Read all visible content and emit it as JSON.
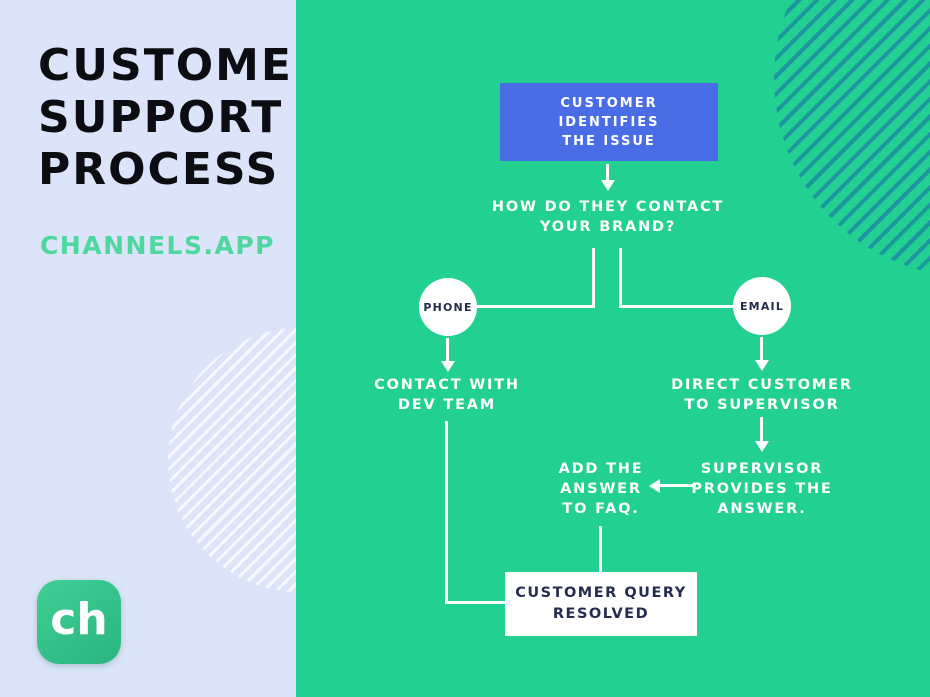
{
  "sidebar": {
    "title_lines": [
      "CUSTOMER",
      "SUPPORT",
      "PROCESS"
    ],
    "brand": "CHANNELS.APP",
    "logo_text": "ch"
  },
  "flowchart": {
    "start_node": {
      "lines": [
        "CUSTOMER",
        "IDENTIFIES",
        "THE ISSUE"
      ]
    },
    "question": {
      "lines": [
        "HOW DO THEY CONTACT",
        "YOUR BRAND?"
      ]
    },
    "phone_node": {
      "label": "PHONE"
    },
    "email_node": {
      "label": "EMAIL"
    },
    "contact_dev": {
      "lines": [
        "CONTACT WITH",
        "DEV TEAM"
      ]
    },
    "direct_supervisor": {
      "lines": [
        "DIRECT CUSTOMER",
        "TO SUPERVISOR"
      ]
    },
    "supervisor_answer": {
      "lines": [
        "SUPERVISOR",
        "PROVIDES THE",
        "ANSWER."
      ]
    },
    "add_faq": {
      "lines": [
        "ADD THE",
        "ANSWER",
        "TO FAQ."
      ]
    },
    "end_node": {
      "lines": [
        "CUSTOMER QUERY",
        "RESOLVED"
      ]
    }
  },
  "colors": {
    "green_background": "#22d092",
    "lavender_panel": "#dbe4f8",
    "start_box_blue": "#4a6de6",
    "dark_navy_text": "#252c4e",
    "teal_stripes": "#1e96a0",
    "brand_mint": "#4fd79f",
    "title_black": "#0c0d12",
    "connector_white": "#ffffff"
  }
}
